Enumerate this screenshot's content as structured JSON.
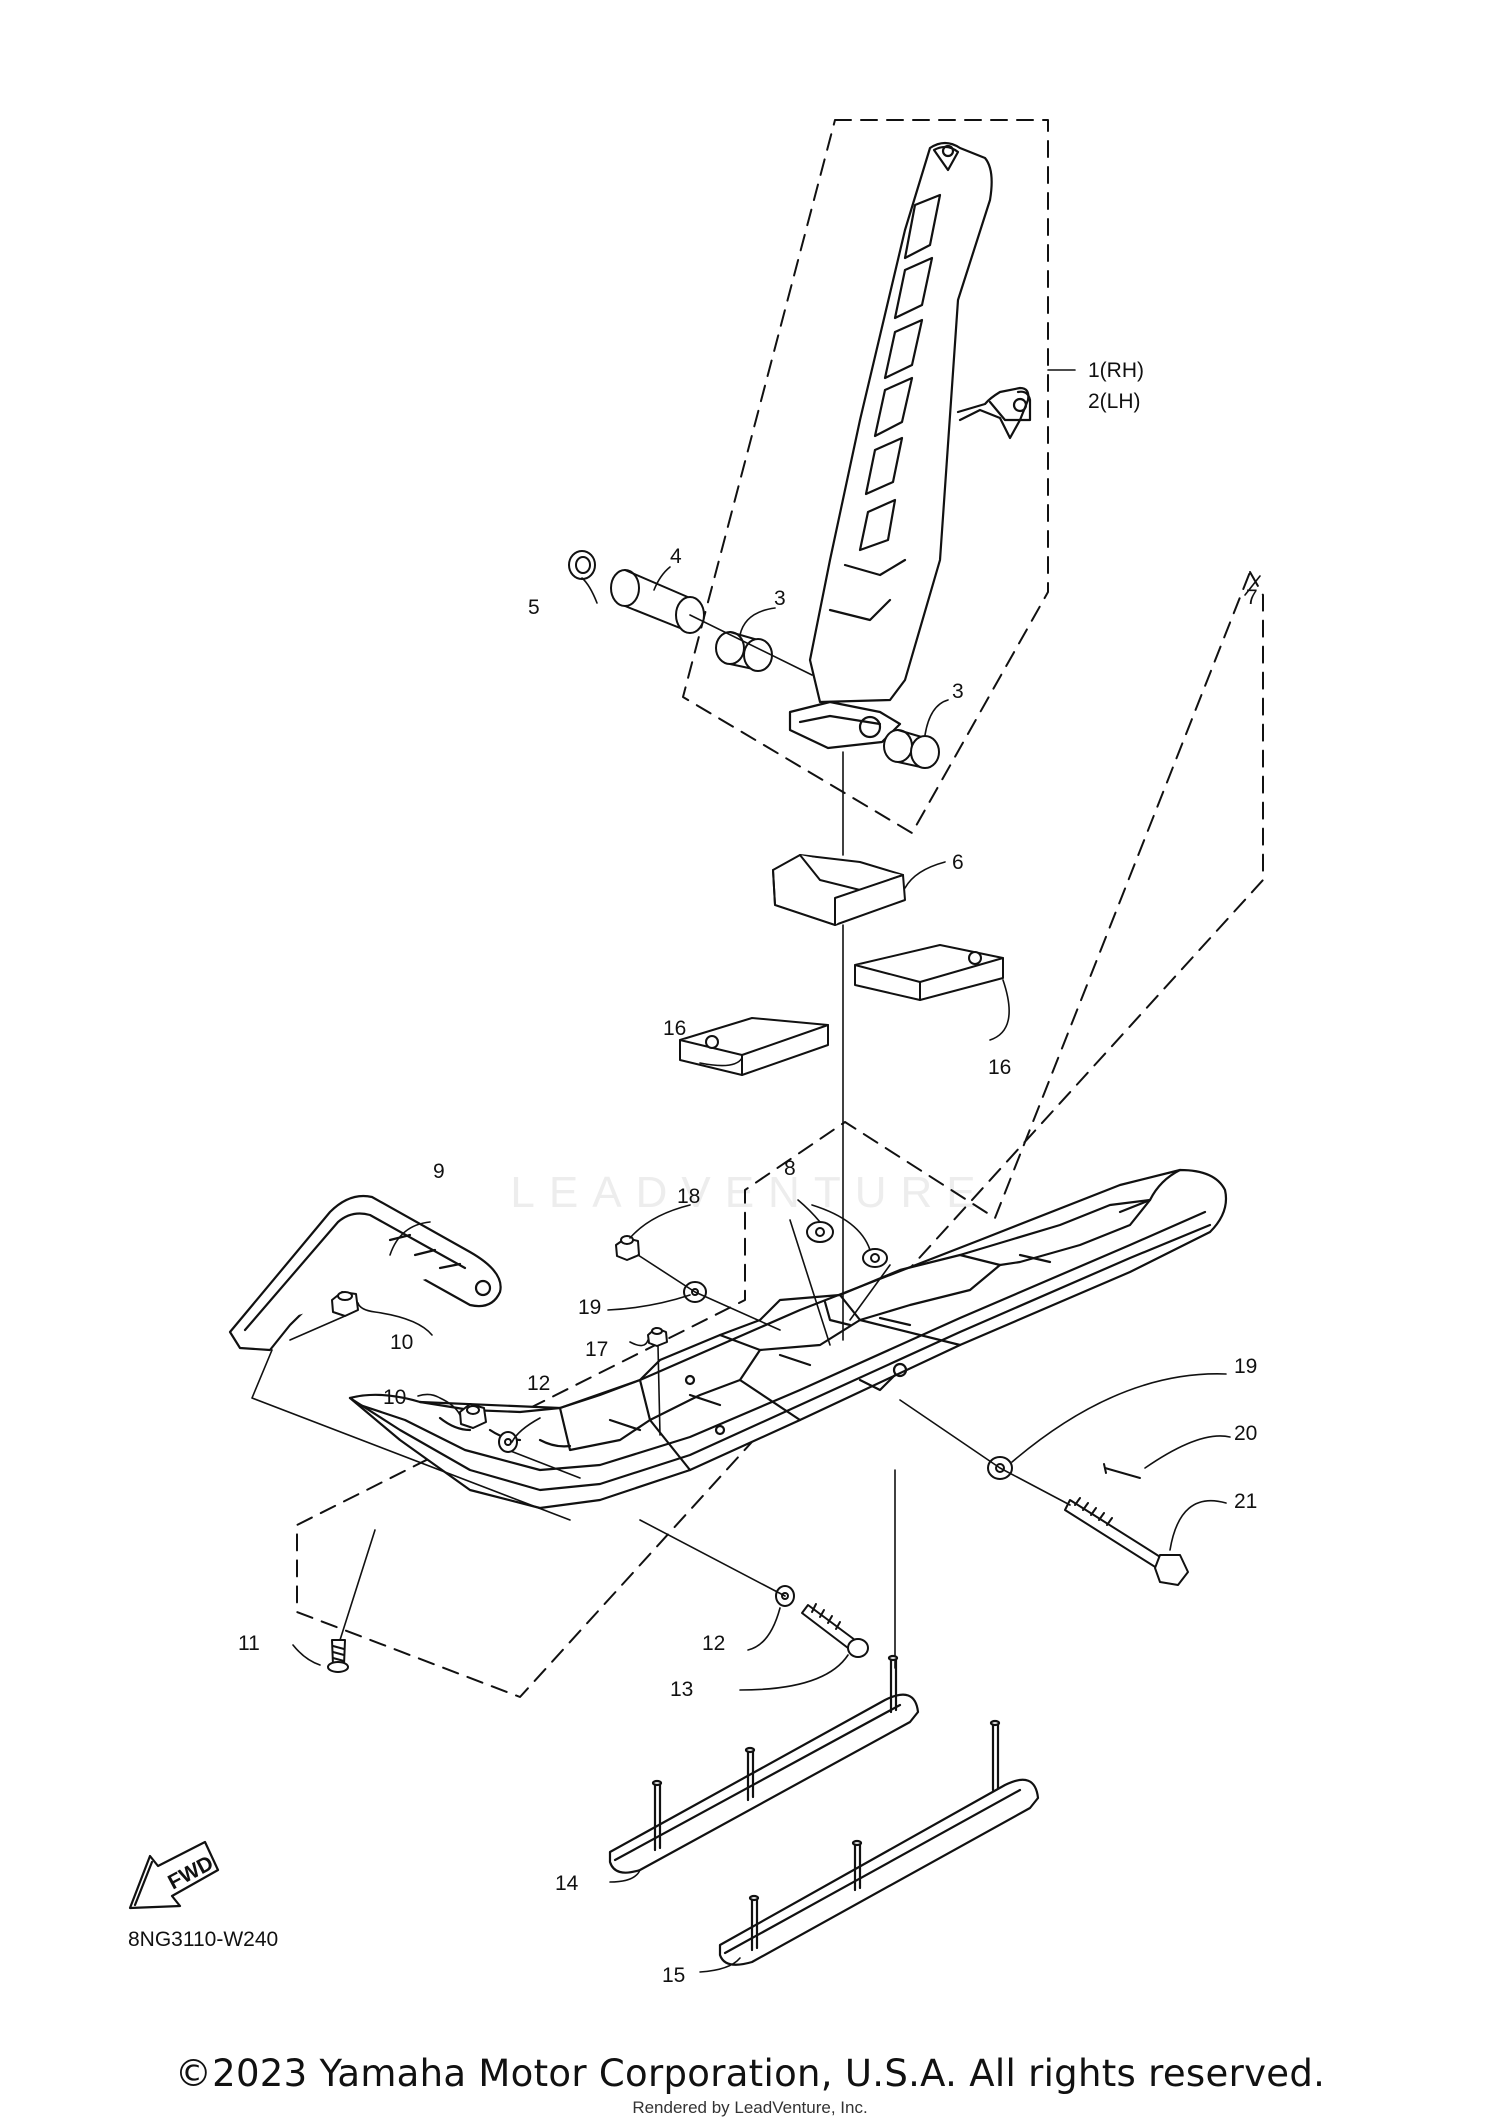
{
  "diagram_code": "8NG3110-W240",
  "copyright": "©2023 Yamaha Motor Corporation, U.S.A. All rights reserved.",
  "render_credit": "Rendered by LeadVenture, Inc.",
  "watermark": "LEADVENTURE",
  "fwd_label": "FWD",
  "callouts": {
    "c1": "1(RH)",
    "c2": "2(LH)",
    "c3a": "3",
    "c3b": "3",
    "c4": "4",
    "c5": "5",
    "c6": "6",
    "c7": "7",
    "c8": "8",
    "c9": "9",
    "c10a": "10",
    "c10b": "10",
    "c11": "11",
    "c12a": "12",
    "c12b": "12",
    "c13": "13",
    "c14": "14",
    "c15": "15",
    "c16a": "16",
    "c16b": "16",
    "c17": "17",
    "c18": "18",
    "c19a": "19",
    "c19b": "19",
    "c20": "20",
    "c21": "21"
  },
  "colors": {
    "ink": "#111111",
    "watermark": "#ededed"
  }
}
